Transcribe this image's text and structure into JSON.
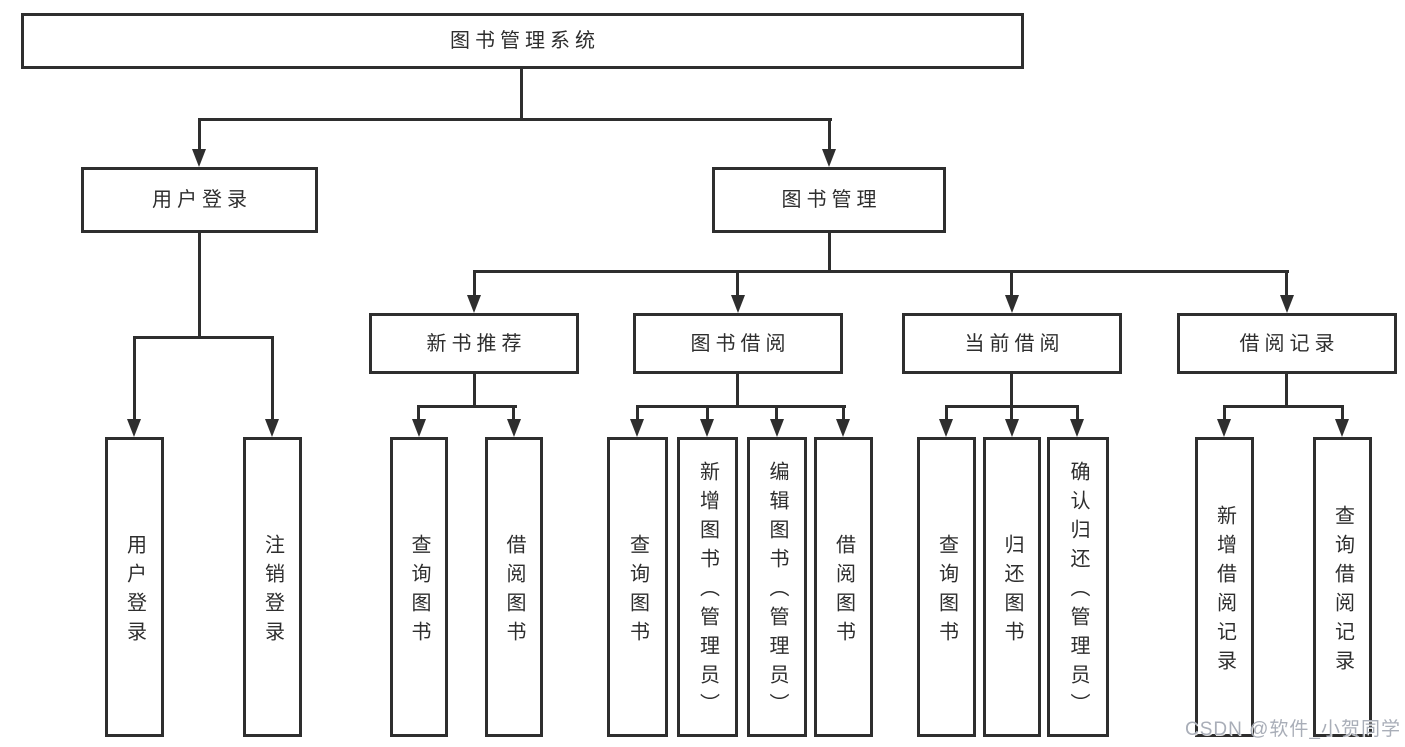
{
  "tree": {
    "root": "图书管理系统",
    "children": [
      {
        "label": "用户登录",
        "children": [
          "用户登录",
          "注销登录"
        ]
      },
      {
        "label": "图书管理",
        "children": [
          {
            "label": "新书推荐",
            "children": [
              "查询图书",
              "借阅图书"
            ]
          },
          {
            "label": "图书借阅",
            "children": [
              "查询图书",
              "新增图书（管理员）",
              "编辑图书（管理员）",
              "借阅图书"
            ]
          },
          {
            "label": "当前借阅",
            "children": [
              "查询图书",
              "归还图书",
              "确认归还（管理员）"
            ]
          },
          {
            "label": "借阅记录",
            "children": [
              "新增借阅记录",
              "查询借阅记录"
            ]
          }
        ]
      }
    ]
  },
  "watermark": "CSDN @软件_小贺同学",
  "colors": {
    "line": "#2e2e2e",
    "box_border": "#2e2e2e",
    "box_fill": "#ffffff",
    "text": "#2e2e2e",
    "background": "#ffffff",
    "watermark": "#a9aeb8"
  }
}
